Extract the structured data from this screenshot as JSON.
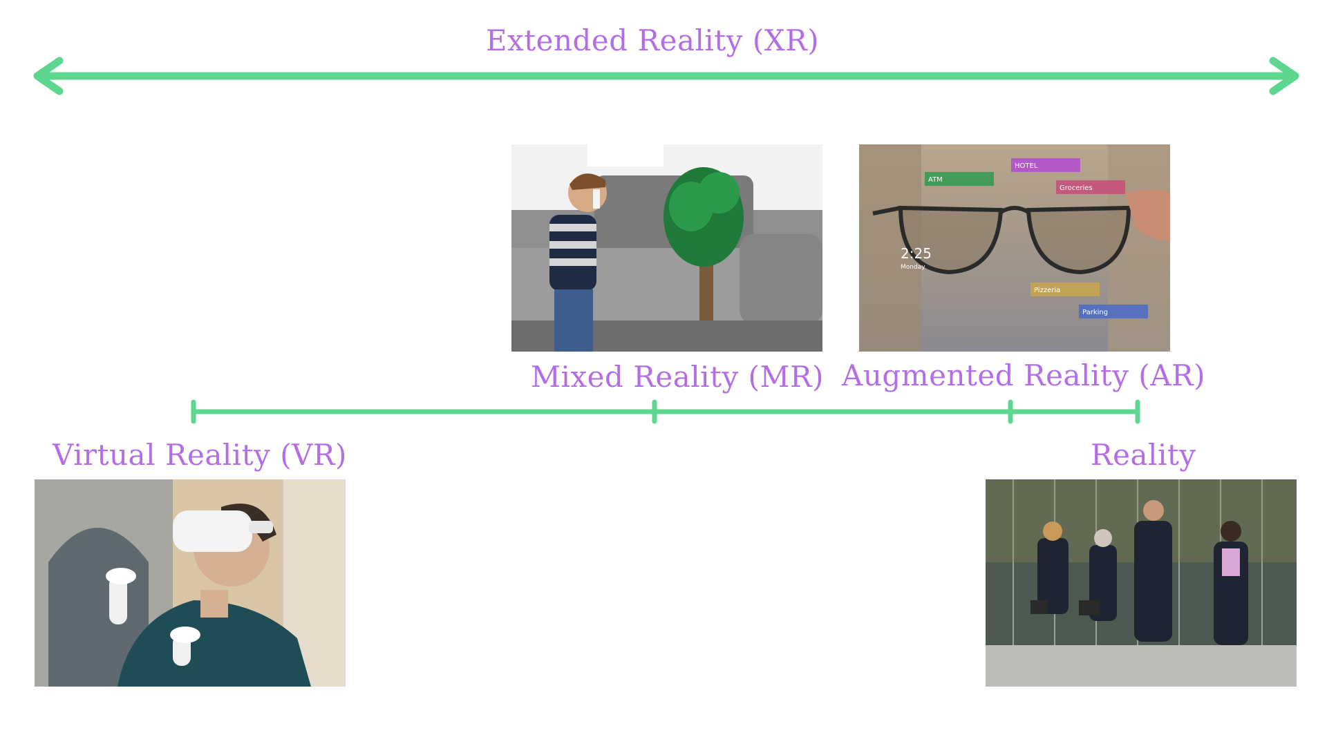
{
  "spectrum": {
    "title": "Extended Reality (XR)",
    "points": {
      "mixed": "Mixed Reality (MR)",
      "augmented": "Augmented Reality (AR)",
      "virtual": "Virtual Reality (VR)",
      "reality": "Reality"
    }
  },
  "colors": {
    "label": "#b36ee6",
    "arrow": "#5dd68f"
  },
  "photos": {
    "mixed": "boy-with-phone-virtual-tree-photo",
    "augmented": "ar-glasses-street-overlay-photo",
    "virtual": "person-vr-headset-controllers-photo",
    "reality": "business-people-walking-photo"
  },
  "ar_overlay": {
    "time": "2:25",
    "day": "Monday",
    "tags": [
      "ATM",
      "HOTEL",
      "Groceries",
      "Pizzeria",
      "Parking"
    ]
  }
}
